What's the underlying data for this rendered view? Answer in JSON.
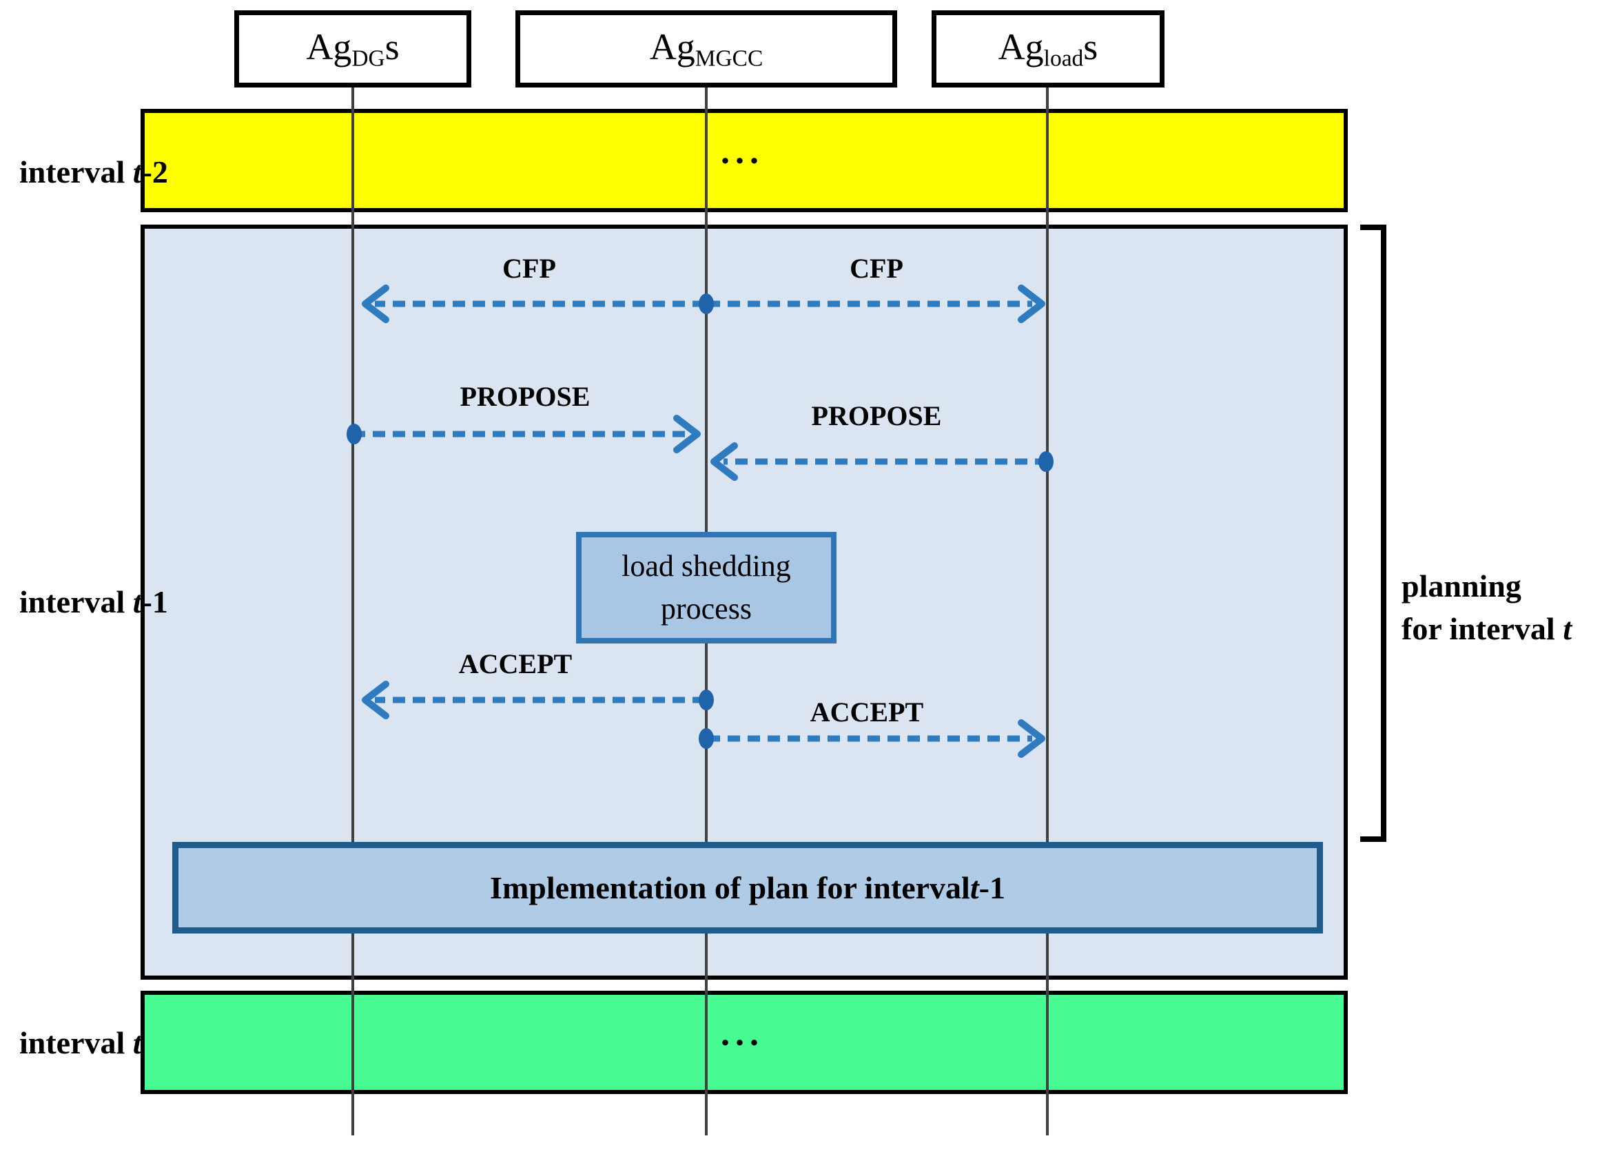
{
  "agents": [
    {
      "prefix": "Ag",
      "sub": "DG",
      "suffix": "s"
    },
    {
      "prefix": "Ag",
      "sub": "MGCC",
      "suffix": ""
    },
    {
      "prefix": "Ag",
      "sub": "load",
      "suffix": "s"
    }
  ],
  "bands": {
    "t2": {
      "label_word": "interval ",
      "label_var": "t",
      "label_rest": "-2",
      "ellipsis": "...",
      "color": "#FFFF00"
    },
    "t1": {
      "label_word": "interval ",
      "label_var": "t",
      "label_rest": "-1",
      "color": "#DAE5F1"
    },
    "t": {
      "label_word": "interval ",
      "label_var": "t",
      "label_rest": "",
      "ellipsis": "...",
      "color": "#47FA92"
    }
  },
  "messages": {
    "cfp_left": "CFP",
    "cfp_right": "CFP",
    "propose_left": "PROPOSE",
    "propose_right": "PROPOSE",
    "accept_left": "ACCEPT",
    "accept_right": "ACCEPT"
  },
  "boxes": {
    "load_shedding": "load shedding\nprocess",
    "implementation": {
      "pre": "Implementation of plan for interval ",
      "var": "t",
      "post": "-1"
    }
  },
  "annotation": {
    "line1": "planning",
    "line2_pre": "for interval ",
    "line2_var": "t"
  },
  "colors": {
    "interval_t2_fill": "#FFFF00",
    "interval_t_fill": "#47FA92",
    "planning_panel_fill": "#DAE5F1",
    "process_box_fill": "#A9C6E4",
    "process_box_border": "#2E76B6",
    "implementation_fill": "#AFCBE6",
    "implementation_border": "#1F5C8C",
    "arrow_blue": "#2E7BC0",
    "arrow_dot_blue": "#1F63AB",
    "lifeline_gray": "#404040"
  }
}
